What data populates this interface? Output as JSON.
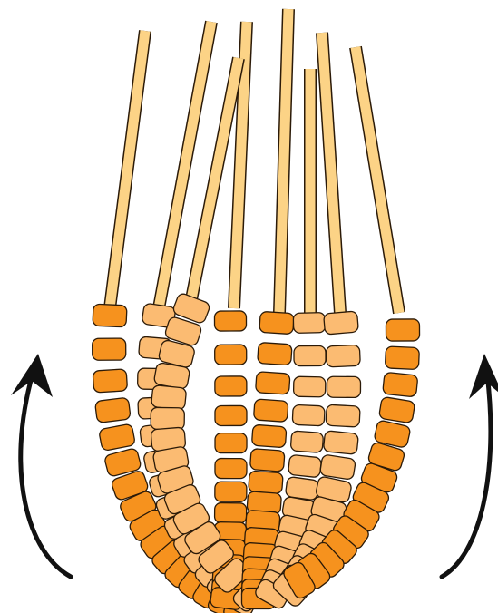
{
  "colors": {
    "stick_fill": "#fcd386",
    "bead_dark": "#f6921e",
    "bead_light": "#fbbb72",
    "outline": "#2b1a08",
    "arrow": "#111111"
  },
  "strands": [
    {
      "name": "strand-1",
      "tone": "dark"
    },
    {
      "name": "strand-2",
      "tone": "light"
    },
    {
      "name": "strand-3",
      "tone": "dark"
    },
    {
      "name": "strand-4",
      "tone": "light"
    },
    {
      "name": "strand-5",
      "tone": "dark"
    },
    {
      "name": "strand-6",
      "tone": "light"
    },
    {
      "name": "strand-7",
      "tone": "light"
    },
    {
      "name": "strand-8",
      "tone": "dark"
    }
  ],
  "icons": {
    "left_arrow": "curved-arrow-up-icon",
    "right_arrow": "curved-arrow-up-icon"
  }
}
